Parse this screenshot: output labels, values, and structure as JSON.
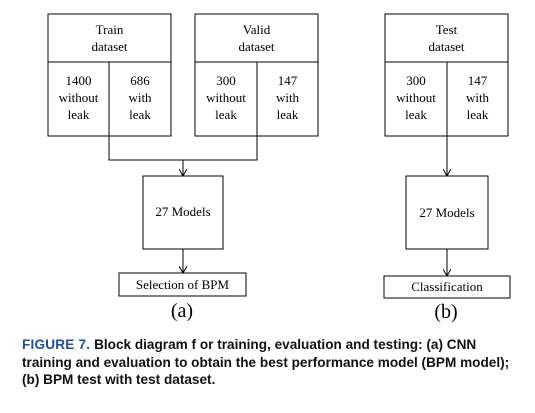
{
  "diagram_a": {
    "train": {
      "title_line1": "Train",
      "title_line2": "dataset",
      "left": [
        "1400",
        "without",
        "leak"
      ],
      "right": [
        "686",
        "with",
        "leak"
      ]
    },
    "valid": {
      "title_line1": "Valid",
      "title_line2": "dataset",
      "left": [
        "300",
        "without",
        "leak"
      ],
      "right": [
        "147",
        "with",
        "leak"
      ]
    },
    "models": "27 Models",
    "selection": "Selection of BPM",
    "panel_label": "(a)"
  },
  "diagram_b": {
    "test": {
      "title_line1": "Test",
      "title_line2": "dataset",
      "left": [
        "300",
        "without",
        "leak"
      ],
      "right": [
        "147",
        "with",
        "leak"
      ]
    },
    "models": "27 Models",
    "classification": "Classification",
    "panel_label": "(b)"
  },
  "caption": {
    "figure_label": "FIGURE 7.",
    "text": "Block diagram f or training, evaluation and testing: (a) CNN training and evaluation to obtain the best performance model (BPM model); (b) BPM test with test dataset."
  }
}
